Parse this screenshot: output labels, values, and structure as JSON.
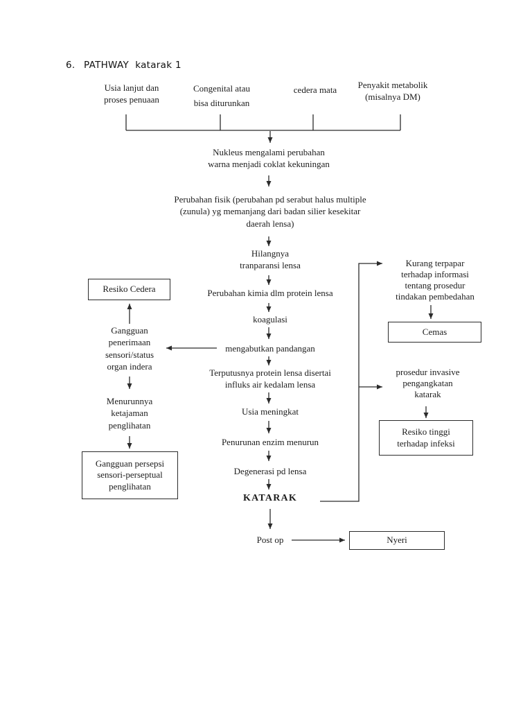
{
  "title": {
    "number": "6.",
    "text": "PATHWAY  katarak 1"
  },
  "causes": {
    "usia_lanjut": "Usia lanjut dan\nproses penuaan",
    "congenital": "Congenital atau\nbisa diturunkan",
    "cedera_mata": "cedera mata",
    "penyakit_metabolik": "Penyakit metabolik\n(misalnya DM)"
  },
  "chain": {
    "nukleus": "Nukleus mengalami perubahan\nwarna menjadi coklat kekuningan",
    "perubahan_fisik": "Perubahan fisik (perubahan pd serabut halus multiple\n(zunula) yg memanjang dari badan silier kesekitar\ndaerah lensa)",
    "hilangnya": "Hilangnya\ntranparansi lensa",
    "perubahan_kimia": "Perubahan kimia dlm protein lensa",
    "koagulasi": "koagulasi",
    "mengabutkan": "mengabutkan pandangan",
    "terputusnya": "Terputusnya protein lensa disertai\ninfluks air kedalam lensa",
    "usia_meningkat": "Usia meningkat",
    "penurunan_enzim": "Penurunan enzim menurun",
    "degenerasi": "Degenerasi pd lensa",
    "katarak": "KATARAK",
    "post_op": "Post op"
  },
  "left_branch": {
    "resiko_cedera": "Resiko Cedera",
    "gangguan_penerimaan": "Gangguan\npenerimaan\nsensori/status\norgan indera",
    "menurunnya": "Menurunnya\nketajaman\npenglihatan",
    "gangguan_persepsi": "Gangguan persepsi\nsensori-perseptual\npenglihatan"
  },
  "right_branch": {
    "kurang_terpapar": "Kurang terpapar\nterhadap informasi\ntentang prosedur\ntindakan pembedahan",
    "cemas": "Cemas",
    "prosedur_invasive": "prosedur invasive\npengangkatan\nkatarak",
    "resiko_infeksi": "Resiko tinggi\nterhadap infeksi",
    "nyeri": "Nyeri"
  },
  "colors": {
    "ink": "#1c1c1c",
    "line": "#2b2b2b",
    "background": "#ffffff"
  }
}
